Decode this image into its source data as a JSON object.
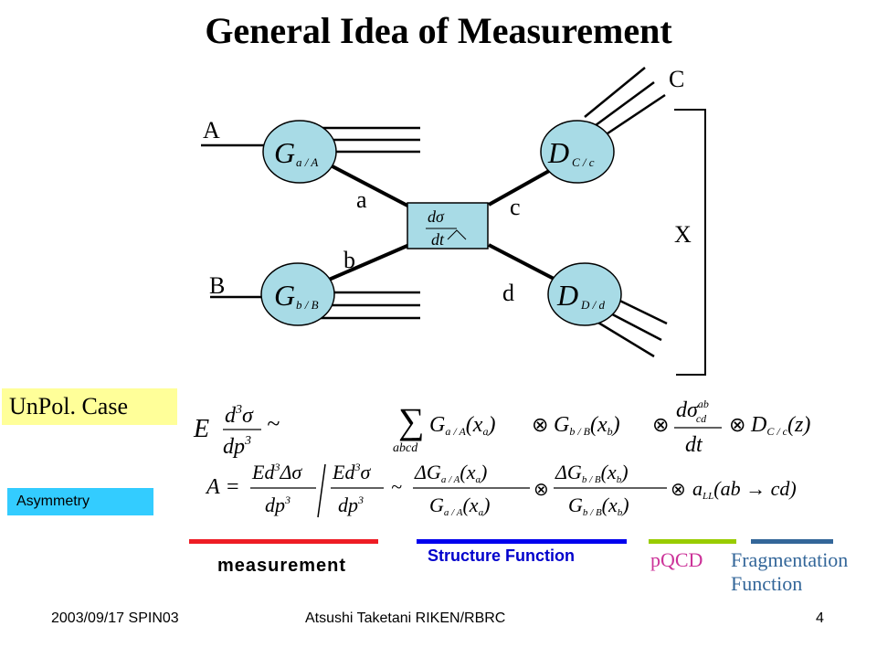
{
  "slide": {
    "title": "General Idea of Measurement"
  },
  "diagram": {
    "labels": {
      "A": "A",
      "B": "B",
      "C": "C",
      "X": "X",
      "a": "a",
      "b": "b",
      "c": "c",
      "d": "d"
    },
    "nodes": {
      "G_aA": {
        "main": "G",
        "sub": "a / A"
      },
      "G_bB": {
        "main": "G",
        "sub": "b / B"
      },
      "D_Cc": {
        "main": "D",
        "sub": "C / c"
      },
      "D_Dd": {
        "main": "D",
        "sub": "D / d"
      },
      "cross_section": {
        "num": "dσ",
        "den": "dt"
      }
    }
  },
  "cases": {
    "unpol": "UnPol. Case",
    "asymmetry": "Asymmetry"
  },
  "legend": {
    "measurement": {
      "label": "measurement",
      "color": "#ee1c24"
    },
    "structure": {
      "label": "Structure Function",
      "color": "#0000ee"
    },
    "pqcd": {
      "label": "pQCD",
      "color": "#99cc00"
    },
    "fragmentation": {
      "label": "Fragmentation Function",
      "color": "#336699"
    }
  },
  "footer": {
    "date": "2003/09/17 SPIN03",
    "author": "Atsushi Taketani RIKEN/RBRC",
    "page": "4"
  }
}
